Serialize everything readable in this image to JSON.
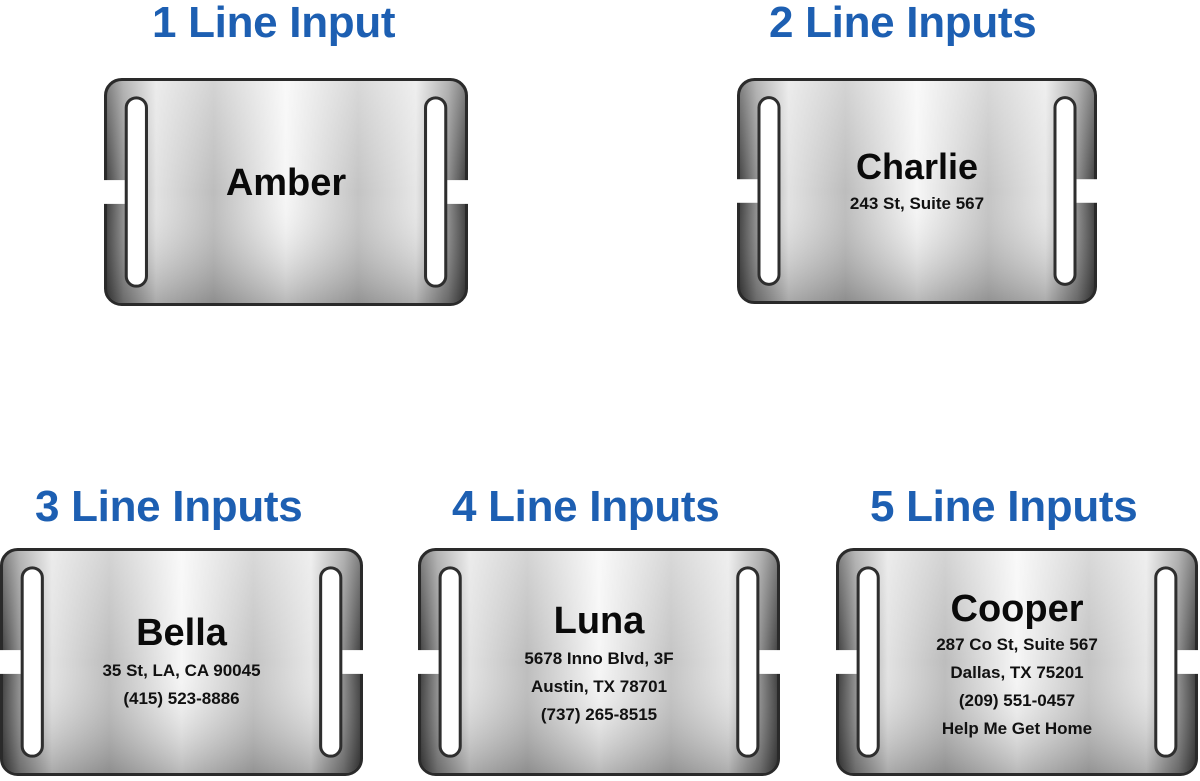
{
  "colors": {
    "heading": "#1d5fb2",
    "engraving": "#0a0a0a",
    "metal_light": "#f4f4f4",
    "metal_dark": "#3a3a3a"
  },
  "tags": [
    {
      "heading": "1 Line Input",
      "name": "Amber",
      "lines": []
    },
    {
      "heading": "2 Line Inputs",
      "name": "Charlie",
      "lines": [
        "243 St, Suite 567"
      ]
    },
    {
      "heading": "3 Line Inputs",
      "name": "Bella",
      "lines": [
        "35 St, LA, CA 90045",
        "(415) 523-8886"
      ]
    },
    {
      "heading": "4 Line Inputs",
      "name": "Luna",
      "lines": [
        "5678 Inno Blvd, 3F",
        "Austin, TX 78701",
        "(737) 265-8515"
      ]
    },
    {
      "heading": "5 Line Inputs",
      "name": "Cooper",
      "lines": [
        "287 Co St, Suite 567",
        "Dallas, TX 75201",
        "(209) 551-0457",
        "Help Me Get Home"
      ]
    }
  ]
}
